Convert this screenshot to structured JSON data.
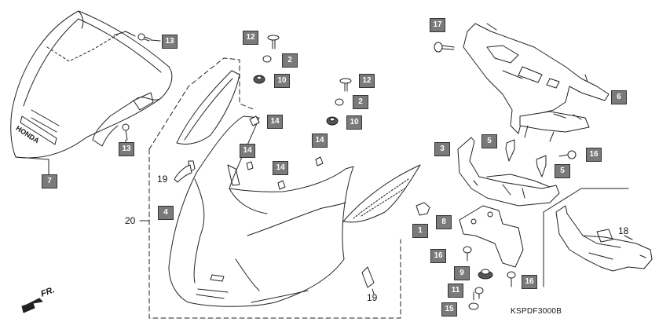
{
  "diagram_code": "KSPDF3000B",
  "direction_label": "FR.",
  "brand_label": "HONDA",
  "callouts": {
    "c1": "1",
    "c2a": "2",
    "c2b": "2",
    "c3": "3",
    "c4": "4",
    "c5a": "5",
    "c5b": "5",
    "c6": "6",
    "c7": "7",
    "c8": "8",
    "c9": "9",
    "c10a": "10",
    "c10b": "10",
    "c11": "11",
    "c12a": "12",
    "c12b": "12",
    "c13a": "13",
    "c13b": "13",
    "c14a": "14",
    "c14b": "14",
    "c14c": "14",
    "c14d": "14",
    "c15": "15",
    "c16a": "16",
    "c16b": "16",
    "c16c": "16",
    "c17": "17"
  },
  "plain_labels": {
    "p18": "18",
    "p19a": "19",
    "p19b": "19",
    "p20": "20"
  }
}
